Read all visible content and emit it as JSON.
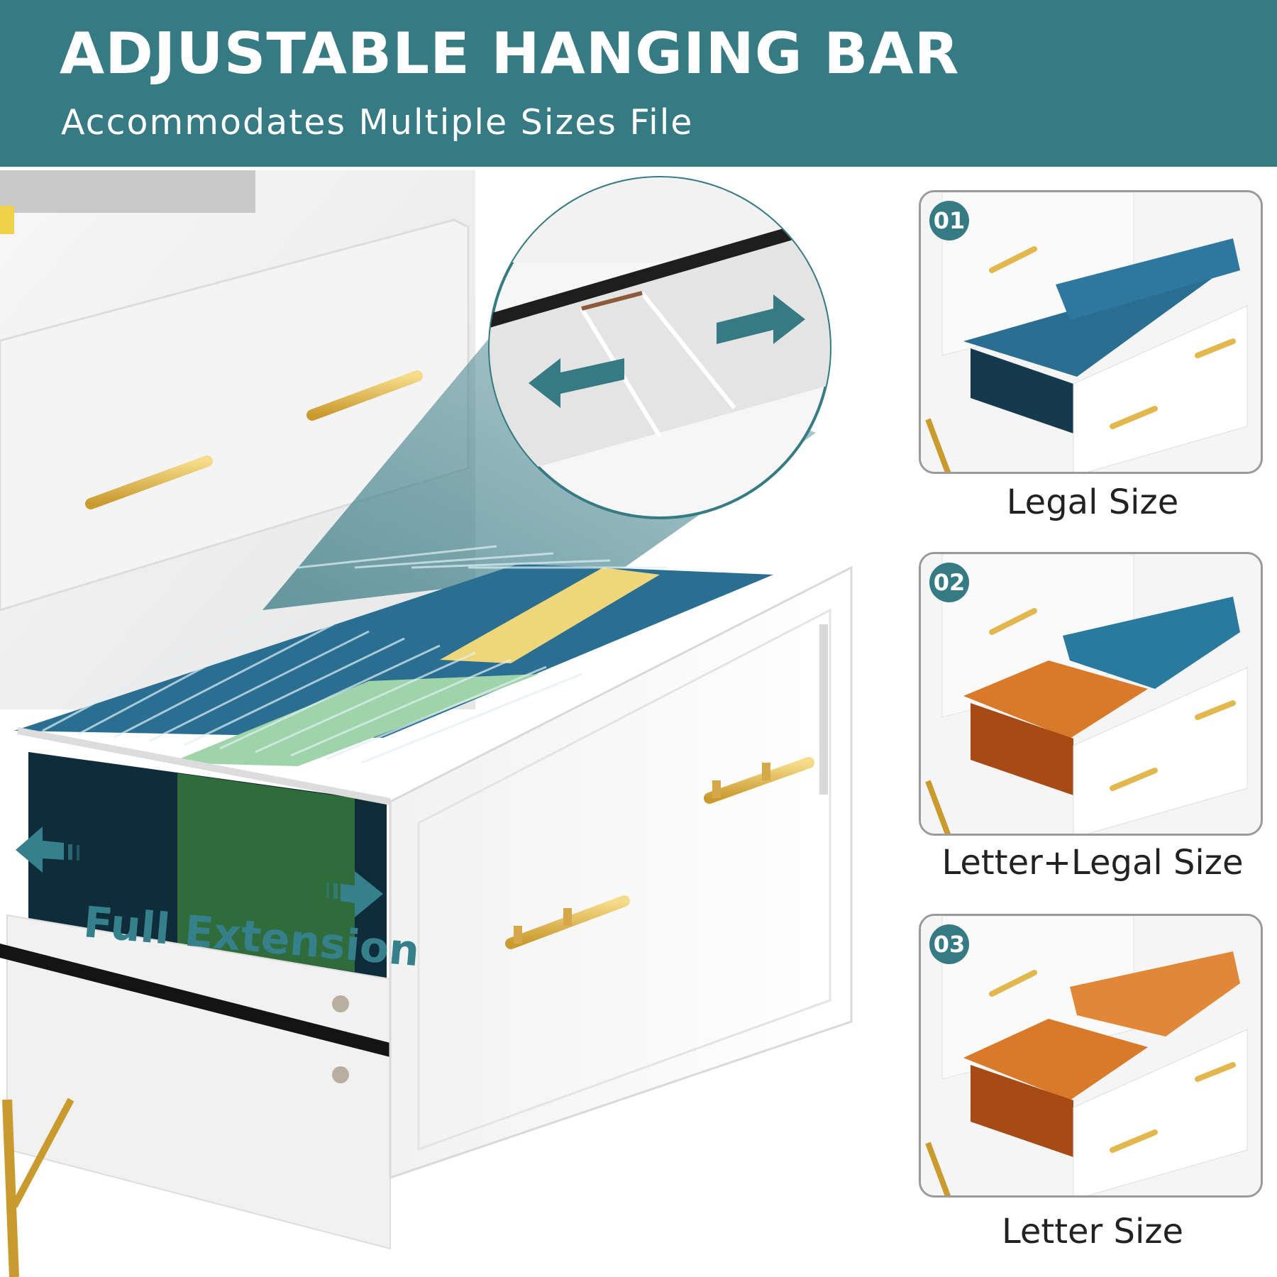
{
  "header": {
    "title": "ADJUSTABLE HANGING BAR",
    "subtitle": "Accommodates Multiple Sizes File"
  },
  "main_image": {
    "callout_label": "Full Extension",
    "callout_icon_left": "arrow-left-icon",
    "callout_icon_right": "arrow-right-icon",
    "zoom_detail_icons": [
      "arrow-left-icon",
      "arrow-right-icon"
    ]
  },
  "options": [
    {
      "badge": "01",
      "label": "Legal Size",
      "folder_colors": [
        "#2a6f92",
        "#2a6f92"
      ]
    },
    {
      "badge": "02",
      "label": "Letter+Legal Size",
      "folder_colors": [
        "#d97a2a",
        "#2a6f92"
      ]
    },
    {
      "badge": "03",
      "label": "Letter Size",
      "folder_colors": [
        "#d97a2a",
        "#d97a2a"
      ]
    }
  ],
  "colors": {
    "brand_teal": "#367a83",
    "handle_gold": "#e2b84e",
    "folder_blue": "#2a6f92",
    "folder_green": "#9fd3a9",
    "folder_yellow": "#f0d67a",
    "folder_orange": "#d97a2a"
  }
}
